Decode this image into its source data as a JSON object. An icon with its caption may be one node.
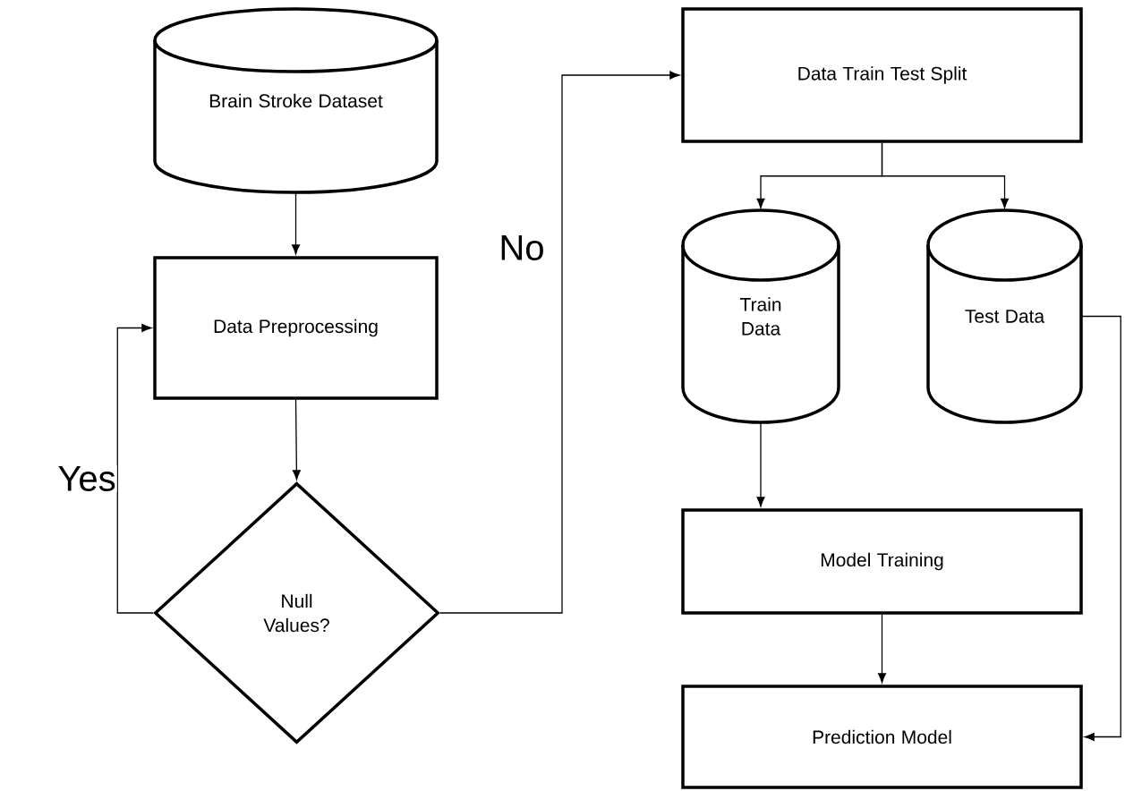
{
  "diagram": {
    "nodes": [
      {
        "text": [
          "Brain Stroke Dataset"
        ]
      },
      {
        "text": [
          "Data Preprocessing"
        ]
      },
      {
        "text": [
          "Null Values?"
        ]
      },
      {
        "text": [
          "Data Train Test Split"
        ]
      },
      {
        "text": [
          "Train Data"
        ]
      },
      {
        "text": [
          "Test Data"
        ]
      },
      {
        "text": [
          "Model Training"
        ]
      },
      {
        "text": [
          "Prediction Model"
        ]
      }
    ],
    "edges": [
      {
        "from": 0,
        "to": 1,
        "arrow": "to"
      },
      {
        "from": 1,
        "to": 2,
        "arrow": "to"
      },
      {
        "from": 2,
        "to": 1,
        "arrow": "to",
        "label": "Yes"
      },
      {
        "from": 2,
        "to": 3,
        "arrow": "to",
        "label": "No"
      },
      {
        "from": 3,
        "to": 4,
        "arrow": "to"
      },
      {
        "from": 3,
        "to": 5,
        "arrow": "to"
      },
      {
        "from": 4,
        "to": 6,
        "arrow": "to"
      },
      {
        "from": 6,
        "to": 7,
        "arrow": "to"
      },
      {
        "from": 5,
        "to": 7,
        "arrow": "to"
      }
    ]
  }
}
